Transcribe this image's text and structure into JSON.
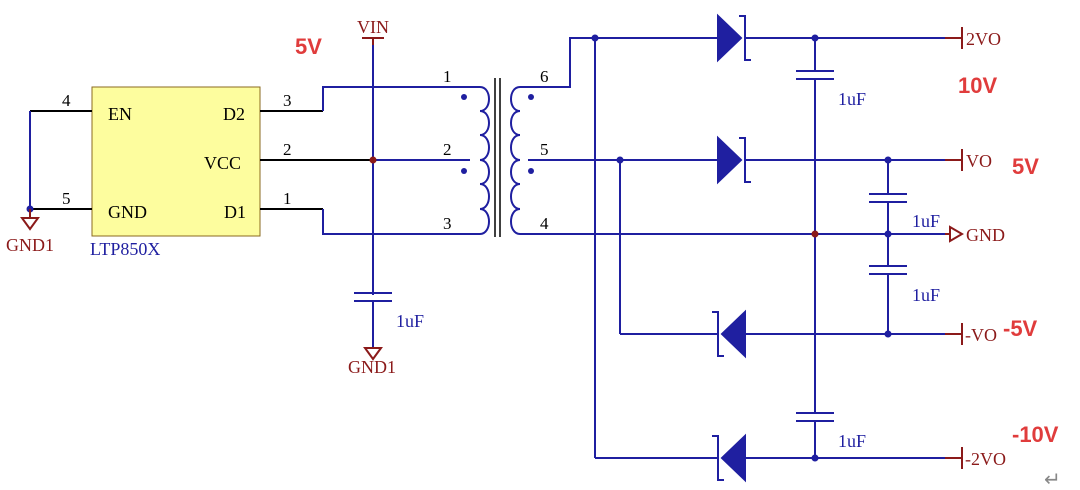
{
  "chip": {
    "name": "LTP850X",
    "pins": {
      "en": {
        "label": "EN",
        "number": "4"
      },
      "gnd": {
        "label": "GND",
        "number": "5"
      },
      "d2": {
        "label": "D2",
        "number": "3"
      },
      "vcc": {
        "label": "VCC",
        "number": "2"
      },
      "d1": {
        "label": "D1",
        "number": "1"
      }
    }
  },
  "nets": {
    "vin": "VIN",
    "gnd1_left": "GND1",
    "gnd1_cap": "GND1",
    "out_2vo": "2VO",
    "out_vo": "VO",
    "out_gnd": "GND",
    "out_neg_vo": "-VO",
    "out_neg_2vo": "-2VO"
  },
  "transformer": {
    "primary_pins": [
      "1",
      "2",
      "3"
    ],
    "secondary_pins": [
      "6",
      "5",
      "4"
    ]
  },
  "capacitors": {
    "input": "1uF",
    "out_top": "1uF",
    "out_mid_upper": "1uF",
    "out_mid_lower": "1uF",
    "out_bottom": "1uF"
  },
  "voltages": {
    "input": "5V",
    "out_2vo": "10V",
    "out_vo": "5V",
    "out_neg_vo": "-5V",
    "out_neg_2vo": "-10V"
  },
  "colors": {
    "wire": "#1f1fa0",
    "net_label": "#8b1a1a",
    "chip_fill": "#fdfd9e",
    "voltage_label": "#e03c3c"
  },
  "icons": {
    "return_mark": "↵"
  }
}
